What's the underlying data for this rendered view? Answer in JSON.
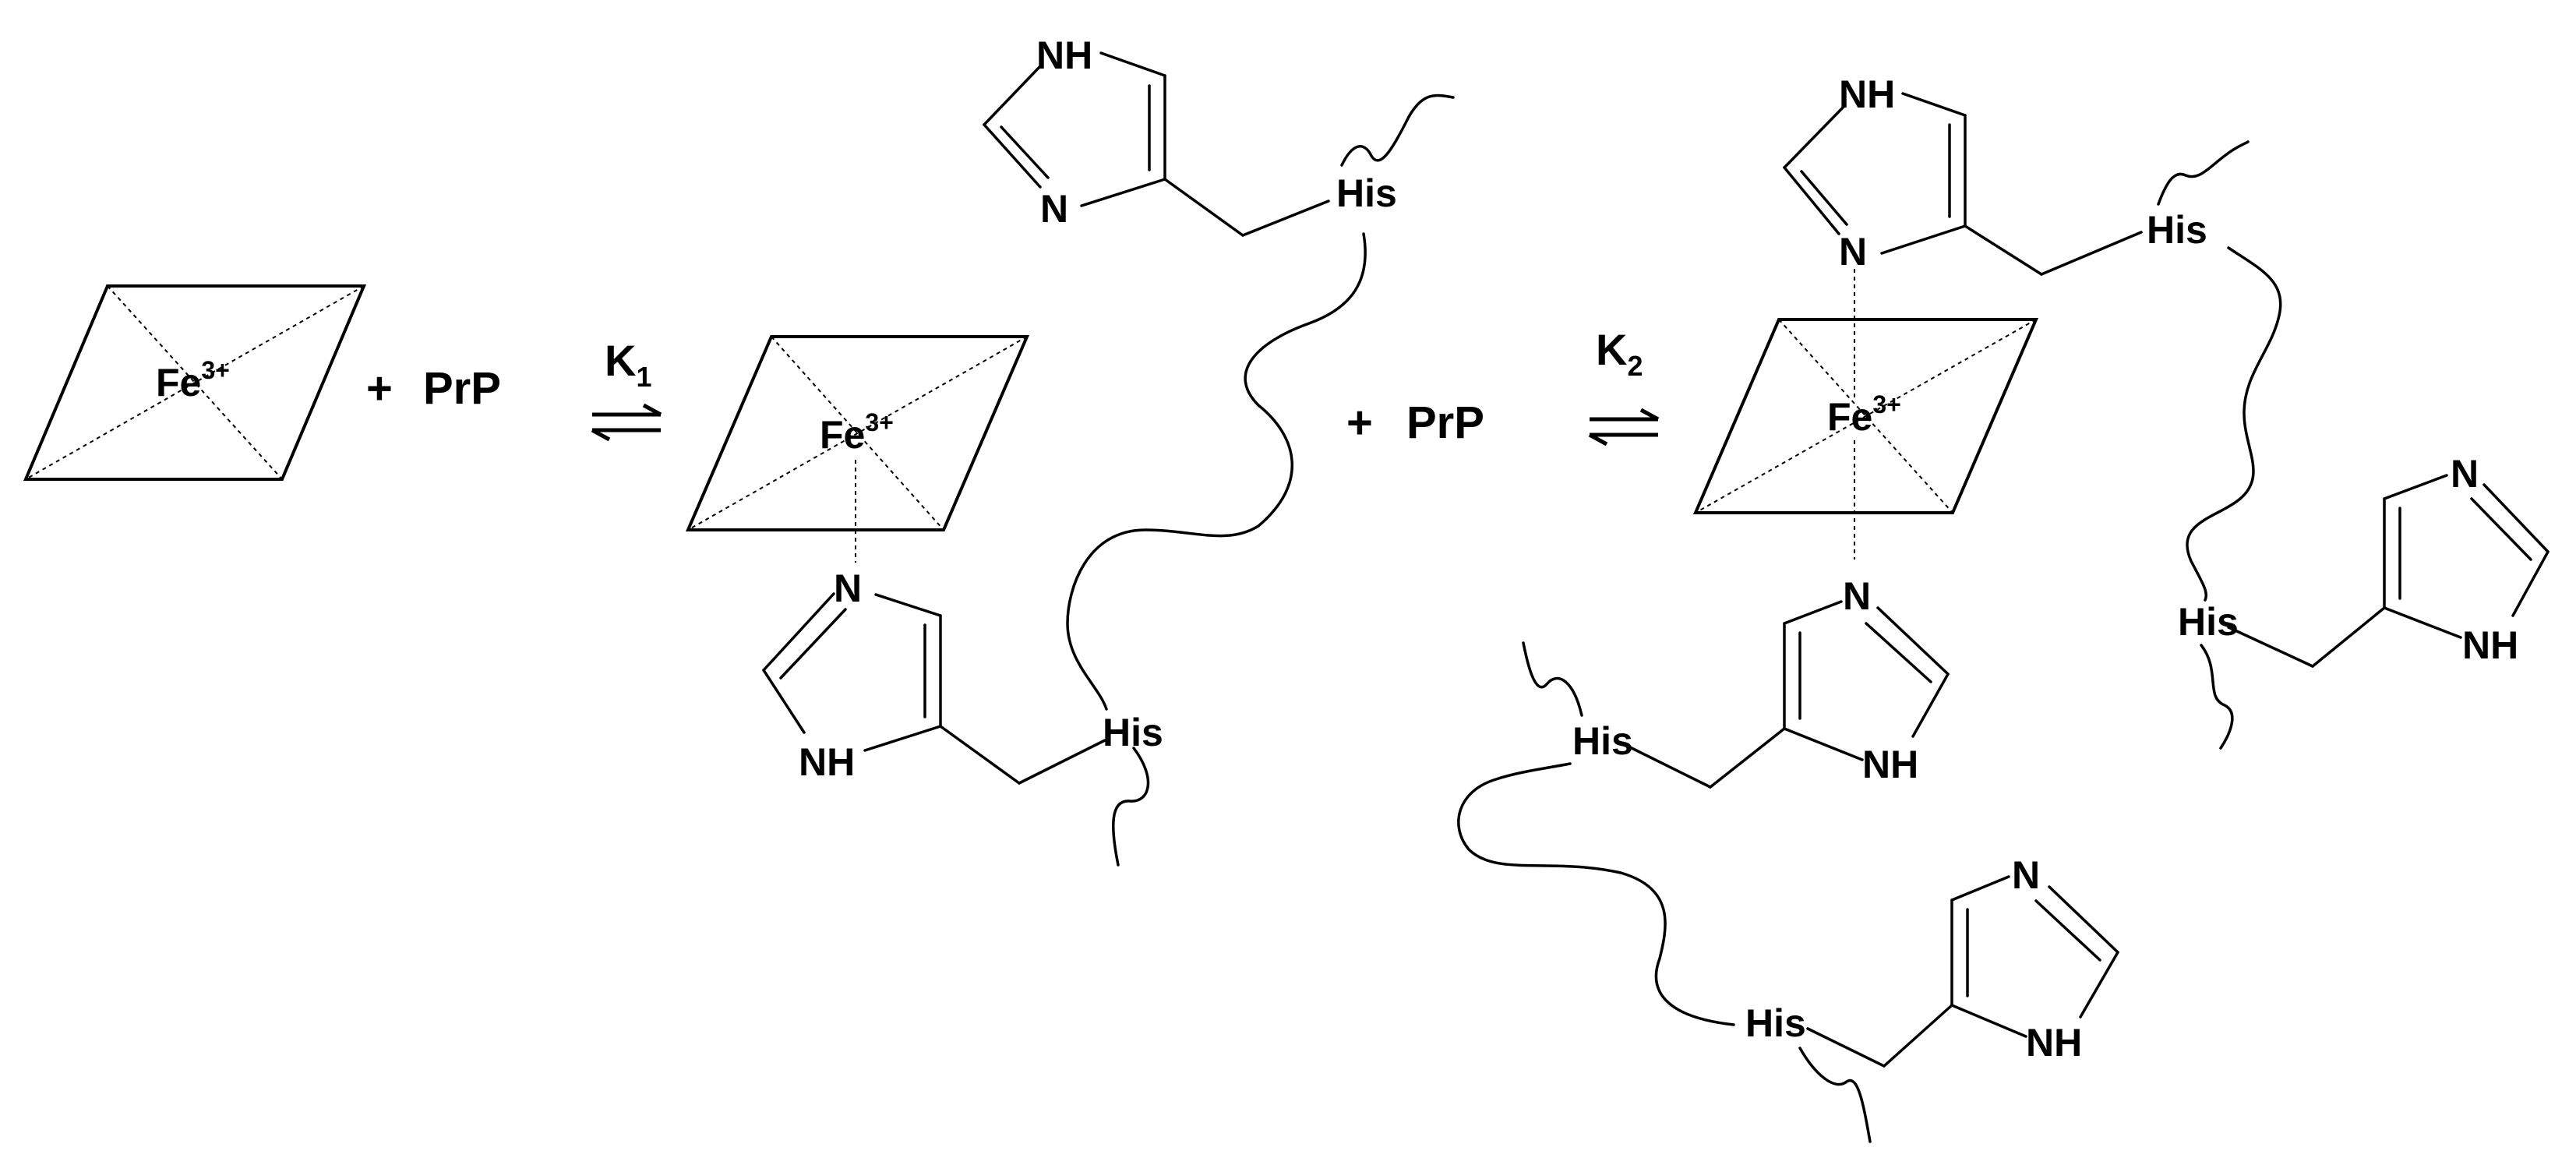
{
  "labels": {
    "iron": "Fe",
    "iron_charge": "3+",
    "plus": "+",
    "prion": "PrP",
    "histidine": "His",
    "imine_n": "N",
    "amine_nh": "NH"
  },
  "equilibria": [
    {
      "constant": "K",
      "index": "1"
    },
    {
      "constant": "K",
      "index": "2"
    }
  ]
}
